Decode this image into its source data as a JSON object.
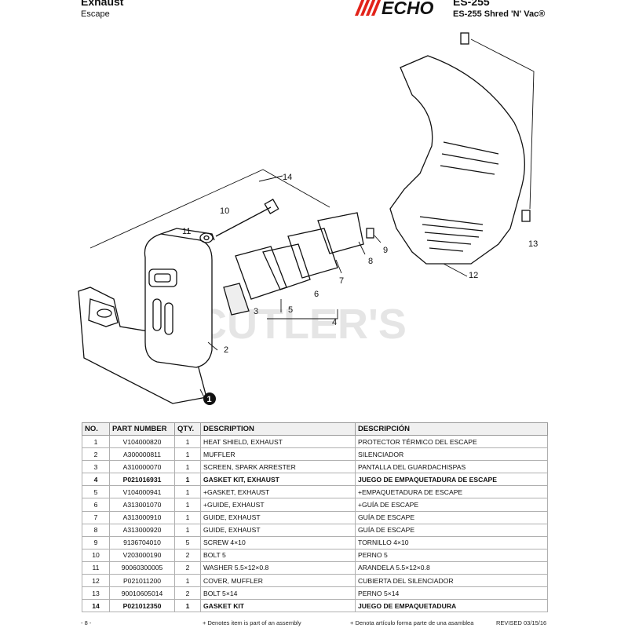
{
  "header": {
    "section_title": "Exhaust",
    "section_subtitle": "Escape",
    "brand": "ECHO",
    "model": "ES-255",
    "model_name": "ES-255 Shred 'N' Vac®"
  },
  "watermark": "CUTLER'S",
  "diagram": {
    "callouts": [
      "1",
      "2",
      "3",
      "4",
      "5",
      "6",
      "7",
      "8",
      "9",
      "10",
      "11",
      "12",
      "13",
      "14"
    ]
  },
  "table": {
    "headers": [
      "NO.",
      "PART NUMBER",
      "QTY.",
      "DESCRIPTION",
      "DESCRIPCIÓN"
    ],
    "rows": [
      {
        "no": "1",
        "part": "V104000820",
        "qty": "1",
        "desc": "HEAT SHIELD, EXHAUST",
        "desc_es": "PROTECTOR TÉRMICO DEL ESCAPE",
        "bold": false
      },
      {
        "no": "2",
        "part": "A300000811",
        "qty": "1",
        "desc": "MUFFLER",
        "desc_es": "SILENCIADOR",
        "bold": false
      },
      {
        "no": "3",
        "part": "A310000070",
        "qty": "1",
        "desc": "SCREEN, SPARK ARRESTER",
        "desc_es": "PANTALLA DEL GUARDACHISPAS",
        "bold": false
      },
      {
        "no": "4",
        "part": "P021016931",
        "qty": "1",
        "desc": "GASKET KIT, EXHAUST",
        "desc_es": "JUEGO DE EMPAQUETADURA DE ESCAPE",
        "bold": true
      },
      {
        "no": "5",
        "part": "V104000941",
        "qty": "1",
        "desc": "+GASKET, EXHAUST",
        "desc_es": "+EMPAQUETADURA DE ESCAPE",
        "bold": false
      },
      {
        "no": "6",
        "part": "A313001070",
        "qty": "1",
        "desc": "+GUIDE, EXHAUST",
        "desc_es": "+GUÍA DE ESCAPE",
        "bold": false
      },
      {
        "no": "7",
        "part": "A313000910",
        "qty": "1",
        "desc": "GUIDE, EXHAUST",
        "desc_es": "GUÍA DE ESCAPE",
        "bold": false
      },
      {
        "no": "8",
        "part": "A313000920",
        "qty": "1",
        "desc": "GUIDE, EXHAUST",
        "desc_es": "GUÍA DE ESCAPE",
        "bold": false
      },
      {
        "no": "9",
        "part": "9136704010",
        "qty": "5",
        "desc": "SCREW 4×10",
        "desc_es": "TORNILLO 4×10",
        "bold": false
      },
      {
        "no": "10",
        "part": "V203000190",
        "qty": "2",
        "desc": "BOLT 5",
        "desc_es": "PERNO 5",
        "bold": false
      },
      {
        "no": "11",
        "part": "90060300005",
        "qty": "2",
        "desc": "WASHER 5.5×12×0.8",
        "desc_es": "ARANDELA 5.5×12×0.8",
        "bold": false
      },
      {
        "no": "12",
        "part": "P021011200",
        "qty": "1",
        "desc": "COVER, MUFFLER",
        "desc_es": "CUBIERTA DEL SILENCIADOR",
        "bold": false
      },
      {
        "no": "13",
        "part": "90010605014",
        "qty": "2",
        "desc": "BOLT 5×14",
        "desc_es": "PERNO 5×14",
        "bold": false
      },
      {
        "no": "14",
        "part": "P021012350",
        "qty": "1",
        "desc": "GASKET KIT",
        "desc_es": "JUEGO DE EMPAQUETADURA",
        "bold": true
      }
    ]
  },
  "footer": {
    "page": "- 8 -",
    "note_en": "+ Denotes item is part of an assembly",
    "note_es": "+ Denota artículo forma parte de una asamblea",
    "revised": "REVISED 03/15/16"
  }
}
